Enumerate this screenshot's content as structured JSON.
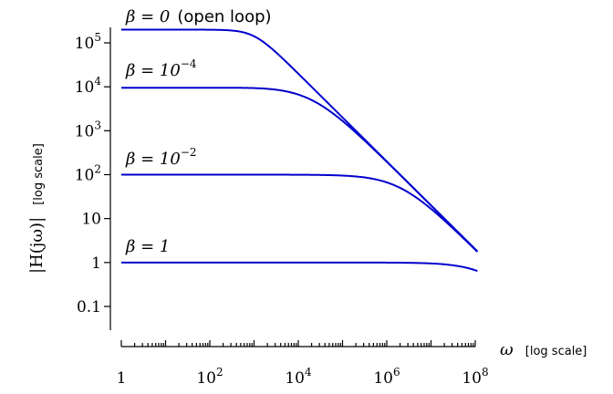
{
  "chart_data": {
    "type": "line",
    "x_scale": "log",
    "y_scale": "log",
    "xlim": [
      1,
      100000000
    ],
    "ylim": [
      0.03,
      300000
    ],
    "x_ticks": [
      {
        "value": 1,
        "base": "1",
        "exp": ""
      },
      {
        "value": 100,
        "base": "10",
        "exp": "2"
      },
      {
        "value": 10000,
        "base": "10",
        "exp": "4"
      },
      {
        "value": 1000000,
        "base": "10",
        "exp": "6"
      },
      {
        "value": 100000000,
        "base": "10",
        "exp": "8"
      }
    ],
    "y_ticks": [
      {
        "value": 0.1,
        "base": "0.1",
        "exp": ""
      },
      {
        "value": 1,
        "base": "1",
        "exp": ""
      },
      {
        "value": 10,
        "base": "10",
        "exp": ""
      },
      {
        "value": 100,
        "base": "10",
        "exp": "2"
      },
      {
        "value": 1000,
        "base": "10",
        "exp": "3"
      },
      {
        "value": 10000,
        "base": "10",
        "exp": "4"
      },
      {
        "value": 100000,
        "base": "10",
        "exp": "5"
      }
    ],
    "xlabel": "ω",
    "xlabel_unit": "[log scale]",
    "ylabel": "|H(jω)|",
    "ylabel_unit": "[log scale]",
    "grid": false,
    "transfer_function": {
      "A0": 200000,
      "corner_omega": 1000
    },
    "series": [
      {
        "name_prefix": "β = 0",
        "name_exp": "",
        "name_suffix": "(open loop)",
        "beta": 0
      },
      {
        "name_prefix": "β = 10",
        "name_exp": "−4",
        "name_suffix": "",
        "beta": 0.0001
      },
      {
        "name_prefix": "β = 10",
        "name_exp": "−2",
        "name_suffix": "",
        "beta": 0.01
      },
      {
        "name_prefix": "β = 1",
        "name_exp": "",
        "name_suffix": "",
        "beta": 1
      }
    ],
    "color": "#0000cc"
  }
}
